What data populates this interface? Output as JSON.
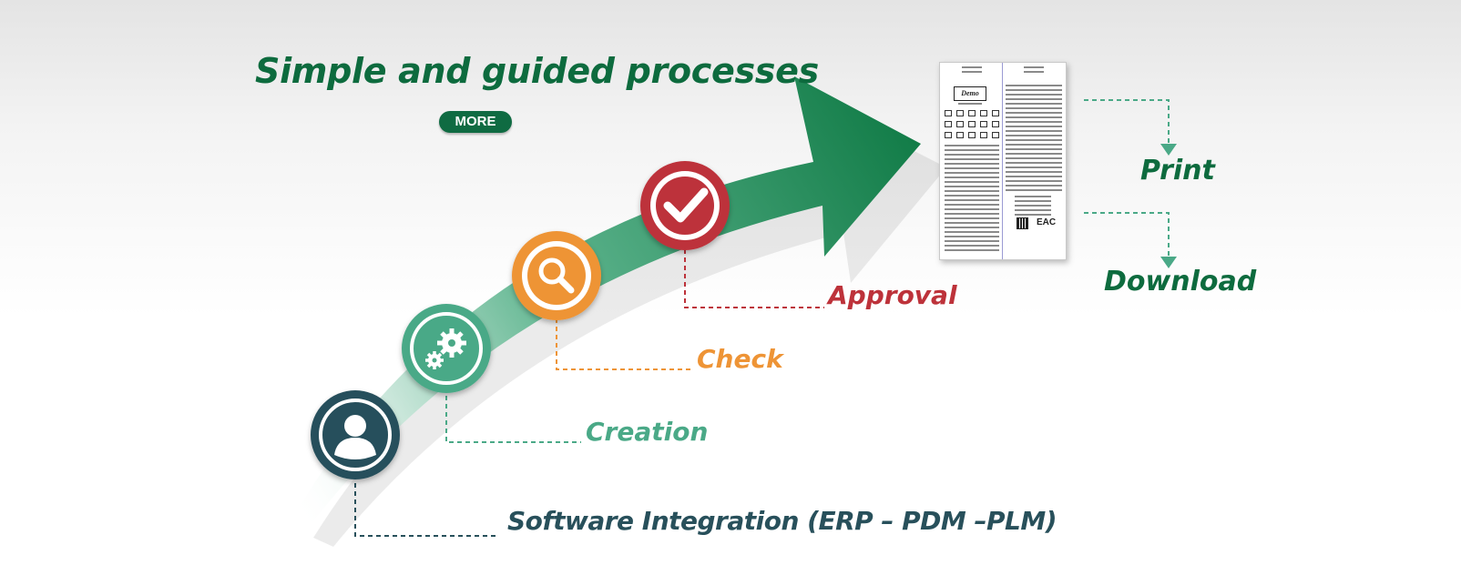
{
  "header": {
    "title": "Simple and guided processes",
    "more_button": "MORE"
  },
  "steps": [
    {
      "id": "software",
      "label": "Software Integration (ERP – PDM –PLM)",
      "icon": "user-icon",
      "color": "#28505b"
    },
    {
      "id": "creation",
      "label": "Creation",
      "icon": "gears-icon",
      "color": "#4aa987"
    },
    {
      "id": "check",
      "label": "Check",
      "icon": "magnifier-icon",
      "color": "#ee9436"
    },
    {
      "id": "approval",
      "label": "Approval",
      "icon": "checkmark-icon",
      "color": "#bd323a"
    }
  ],
  "outputs": {
    "print_label": "Print",
    "download_label": "Download"
  },
  "label_preview": {
    "logo_text": "Demo",
    "icon": "care-label-document"
  },
  "colors": {
    "arrow_dark": "#0f7a45",
    "arrow_light": "#cfe9de",
    "brand_green": "#0d6b3e"
  }
}
